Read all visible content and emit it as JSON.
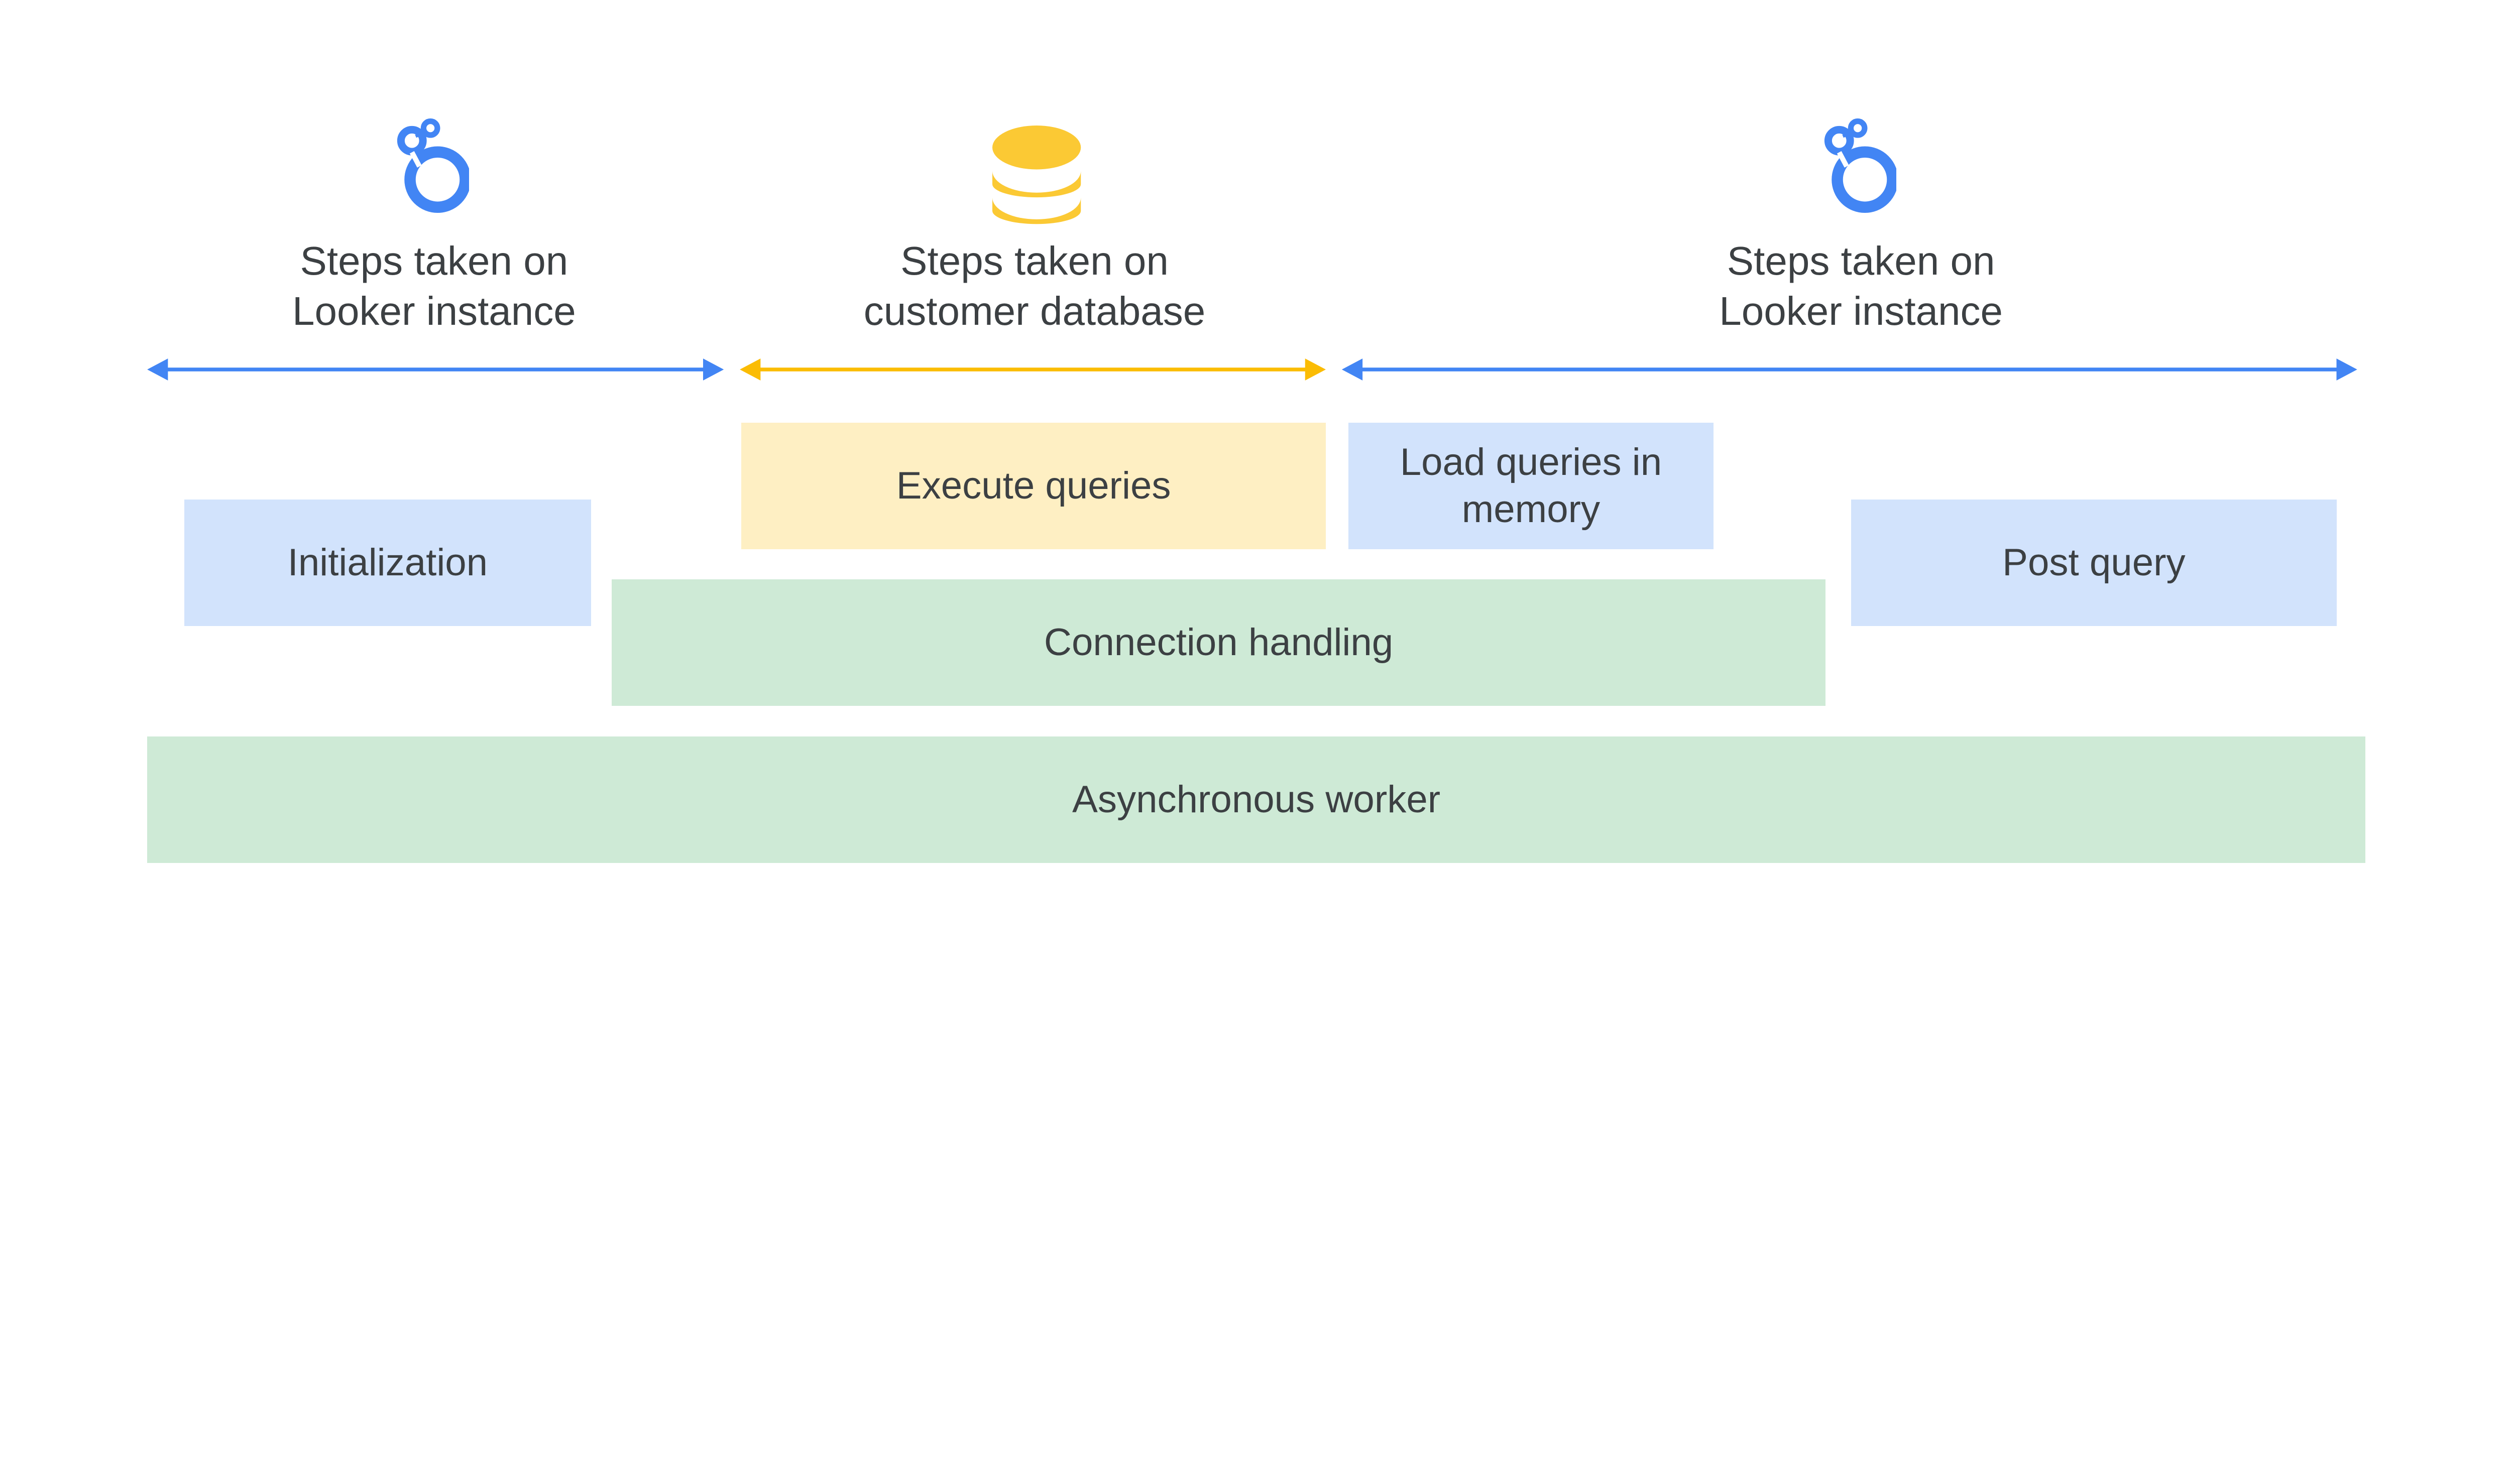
{
  "colors": {
    "looker_blue": "#4285F4",
    "database_yellow": "#FBC934",
    "arrow_yellow": "#FBBC04",
    "blue_box": "#D2E3FC",
    "yellow_box": "#FEEFC3",
    "green_box": "#CEEAD6",
    "text": "#3C4043"
  },
  "sections": [
    {
      "icon": "looker-logo-icon",
      "line1": "Steps taken on",
      "line2": "Looker instance"
    },
    {
      "icon": "database-icon",
      "line1": "Steps taken on",
      "line2": "customer database"
    },
    {
      "icon": "looker-logo-icon",
      "line1": "Steps taken on",
      "line2": "Looker instance"
    }
  ],
  "boxes": {
    "initialization": "Initialization",
    "execute_queries": "Execute queries",
    "load_queries": "Load queries in memory",
    "post_query": "Post query",
    "connection_handling": "Connection handling",
    "async_worker": "Asynchronous worker"
  }
}
